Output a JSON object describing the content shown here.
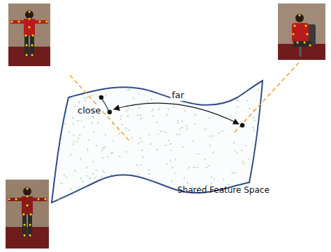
{
  "diagram": {
    "labels": [
      "close",
      "far",
      "Shared Feature Space"
    ]
  }
}
